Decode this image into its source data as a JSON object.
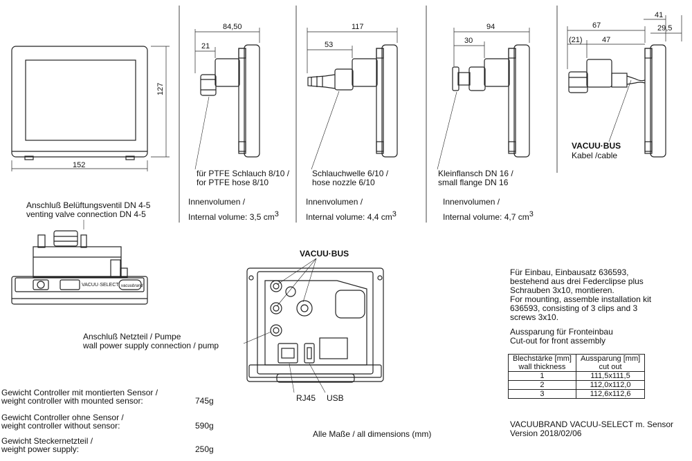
{
  "front_view": {
    "width": "152",
    "height": "127"
  },
  "side_views": [
    {
      "dim_top": "84,50",
      "dim_inner": "21",
      "label_de": "für PTFE Schlauch 8/10 /",
      "label_en": "for PTFE hose 8/10",
      "vol_label": "Innenvolumen /",
      "vol_value": "Internal volume: 3,5 cm",
      "vol_unit_sup": "3"
    },
    {
      "dim_top": "117",
      "dim_inner": "53",
      "label_de": "Schlauchwelle 6/10 /",
      "label_en": "hose nozzle 6/10",
      "vol_label": "Innenvolumen /",
      "vol_value": "Internal volume: 4,4 cm",
      "vol_unit_sup": "3"
    },
    {
      "dim_top": "94",
      "dim_inner": "30",
      "label_de": "Kleinflansch DN 16 /",
      "label_en": "small flange DN 16",
      "vol_label": "Innenvolumen /",
      "vol_value": "Internal volume: 4,7 cm",
      "vol_unit_sup": "3"
    }
  ],
  "cable_view": {
    "dim_total": "67",
    "dim_21": "(21)",
    "dim_47": "47",
    "dim_41": "41",
    "dim_295": "29,5",
    "bus_label": "VACUU·BUS",
    "cable_label": "Kabel /cable"
  },
  "top_view": {
    "vent_de": "Anschluß Belüftungsventil DN 4-5",
    "vent_en": "venting valve connection DN 4-5",
    "brand_label": "VACUU·SELECT",
    "brand_logo": "vacuubrand"
  },
  "rear_view": {
    "bus_label": "VACUU·BUS",
    "power_de": "Anschluß Netzteil / Pumpe",
    "power_en": "wall power supply connection / pump",
    "rj45": "RJ45",
    "usb": "USB"
  },
  "weights": [
    {
      "de": "Gewicht Controller mit montierten Sensor /",
      "en": "weight controller with mounted sensor:",
      "value": "745g"
    },
    {
      "de": "Gewicht Controller ohne Sensor /",
      "en": "weight controller without sensor:",
      "value": "590g"
    },
    {
      "de": "Gewicht Steckernetzteil /",
      "en": "weight power supply:",
      "value": "250g"
    }
  ],
  "all_dimensions": "Alle Maße / all dimensions (mm)",
  "mounting": {
    "lines": [
      "Für Einbau, Einbausatz 636593,",
      "bestehend aus drei Federclipse plus",
      "Schrauben 3x10, montieren.",
      "For mounting, assemble installation kit",
      "636593, consisting of 3 clips and 3",
      "screws 3x10."
    ],
    "cutout_title_de": "Aussparung für Fronteinbau",
    "cutout_title_en": "Cut-out for front assembly"
  },
  "cutout_table": {
    "headers": [
      [
        "Blechstärke [mm]",
        "wall thickness"
      ],
      [
        "Aussparung [mm]",
        "cut out"
      ]
    ],
    "rows": [
      [
        "1",
        "111,5x111,5"
      ],
      [
        "2",
        "112,0x112,0"
      ],
      [
        "3",
        "112,6x112,6"
      ]
    ]
  },
  "footer": {
    "product": "VACUUBRAND VACUU-SELECT m. Sensor",
    "version": "Version 2018/02/06"
  },
  "colors": {
    "line": "#222222",
    "panel": "#ffffff"
  }
}
